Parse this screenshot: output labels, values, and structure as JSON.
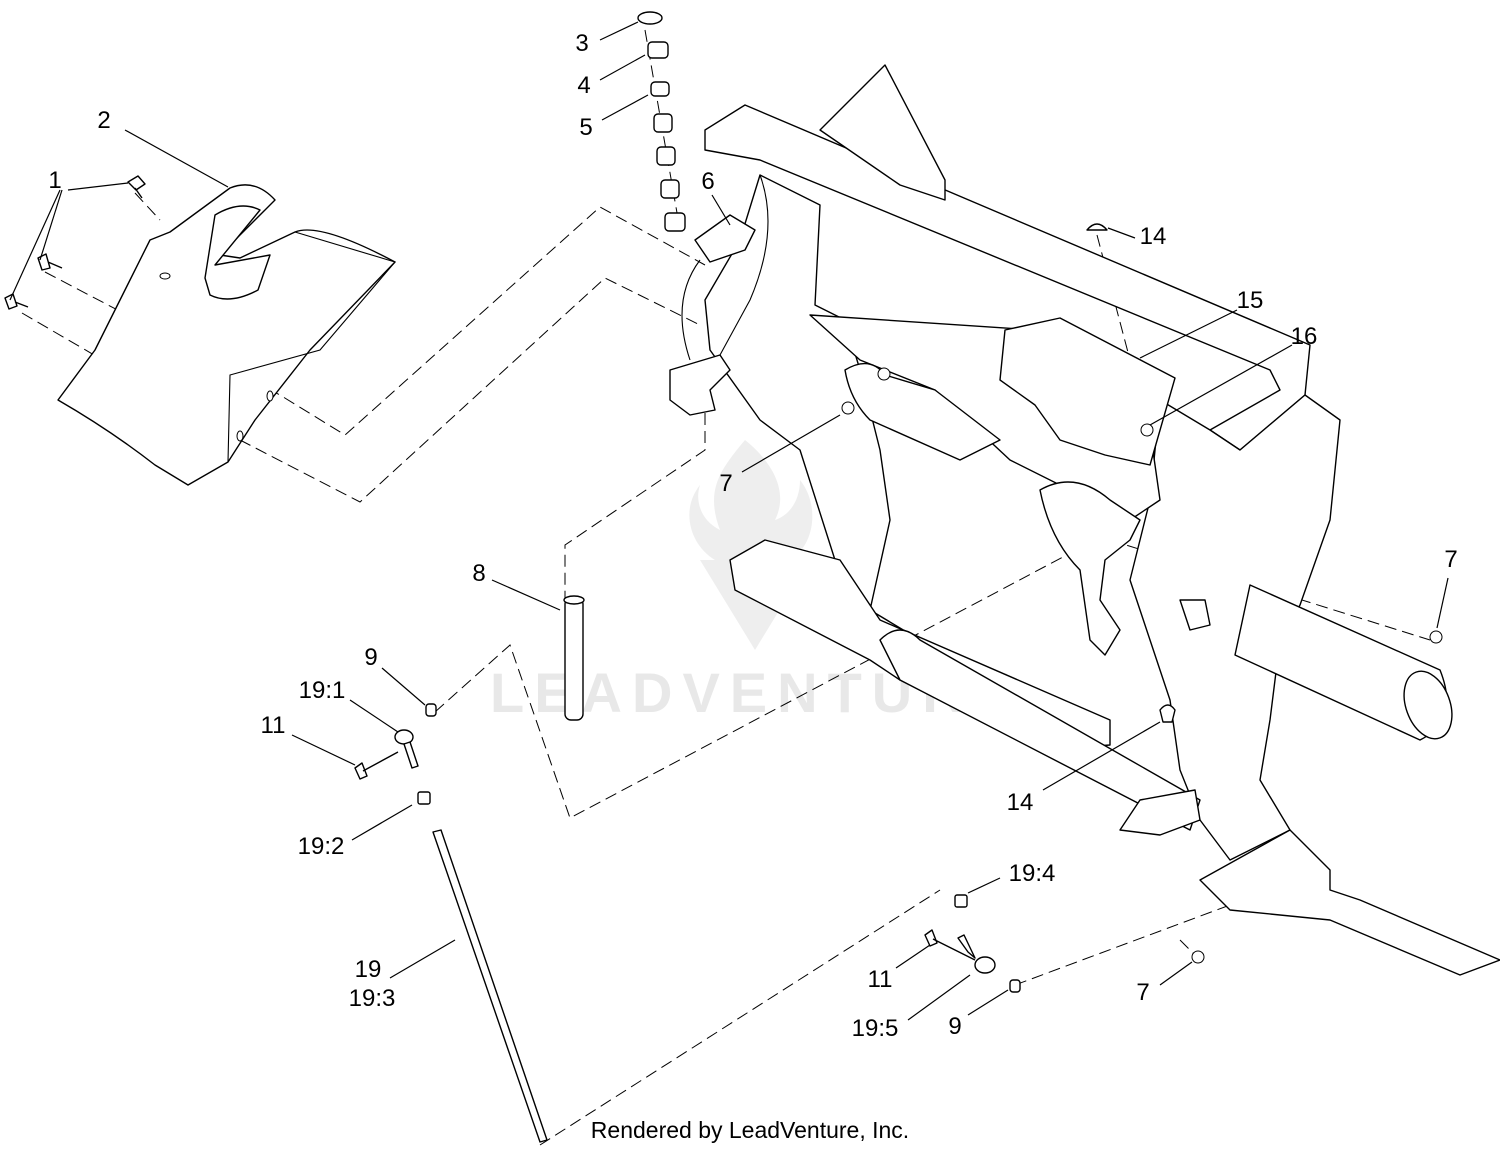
{
  "callouts": [
    {
      "id": "c1",
      "text": "1"
    },
    {
      "id": "c2",
      "text": "2"
    },
    {
      "id": "c3",
      "text": "3"
    },
    {
      "id": "c4",
      "text": "4"
    },
    {
      "id": "c5",
      "text": "5"
    },
    {
      "id": "c6",
      "text": "6"
    },
    {
      "id": "c7a",
      "text": "7"
    },
    {
      "id": "c7b",
      "text": "7"
    },
    {
      "id": "c7c",
      "text": "7"
    },
    {
      "id": "c8",
      "text": "8"
    },
    {
      "id": "c9a",
      "text": "9"
    },
    {
      "id": "c9b",
      "text": "9"
    },
    {
      "id": "c11a",
      "text": "11"
    },
    {
      "id": "c11b",
      "text": "11"
    },
    {
      "id": "c14a",
      "text": "14"
    },
    {
      "id": "c14b",
      "text": "14"
    },
    {
      "id": "c15",
      "text": "15"
    },
    {
      "id": "c16",
      "text": "16"
    },
    {
      "id": "c19",
      "text": "19"
    },
    {
      "id": "c19_1",
      "text": "19:1"
    },
    {
      "id": "c19_2",
      "text": "19:2"
    },
    {
      "id": "c19_3",
      "text": "19:3"
    },
    {
      "id": "c19_4",
      "text": "19:4"
    },
    {
      "id": "c19_5",
      "text": "19:5"
    }
  ],
  "footer": "Rendered by LeadVenture, Inc.",
  "watermark": "LEADVENTURE"
}
